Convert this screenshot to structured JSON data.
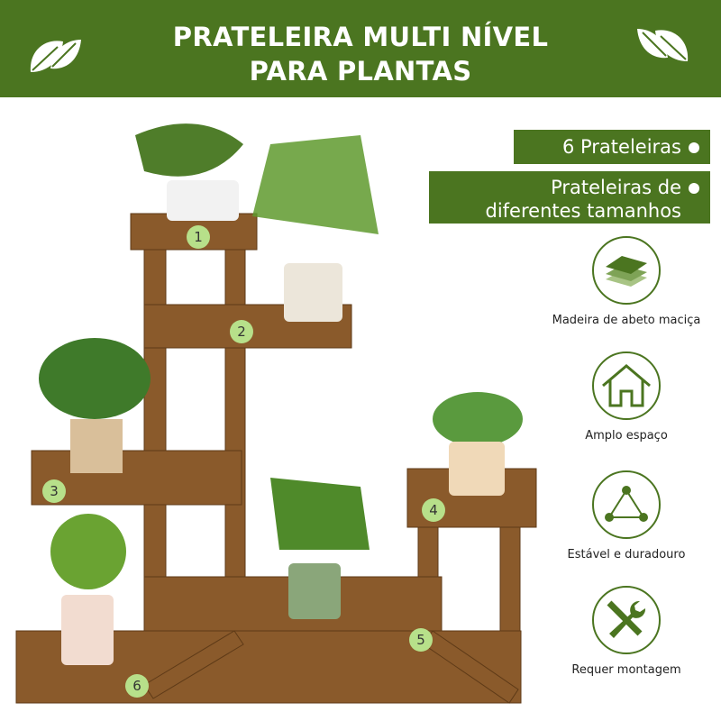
{
  "header": {
    "title_line1": "PRATELEIRA MULTI NÍVEL",
    "title_line2": "PARA PLANTAS",
    "left_icon": "leaf-icon",
    "right_icon": "leaf-icon"
  },
  "banners": [
    {
      "text": "6 Prateleiras"
    },
    {
      "line1": "Prateleiras de",
      "line2": "diferentes tamanhos"
    }
  ],
  "features": [
    {
      "icon": "wood-layers-icon",
      "label": "Madeira de abeto maciça"
    },
    {
      "icon": "house-icon",
      "label": "Amplo espaço"
    },
    {
      "icon": "triangle-stability-icon",
      "label": "Estável e duradouro"
    },
    {
      "icon": "tools-icon",
      "label": "Requer montagem"
    }
  ],
  "shelf_numbers": [
    "1",
    "2",
    "3",
    "4",
    "5",
    "6"
  ],
  "colors": {
    "brand": "#4b7520",
    "badge": "#b7e08a",
    "wood": "#8a5a2b"
  }
}
